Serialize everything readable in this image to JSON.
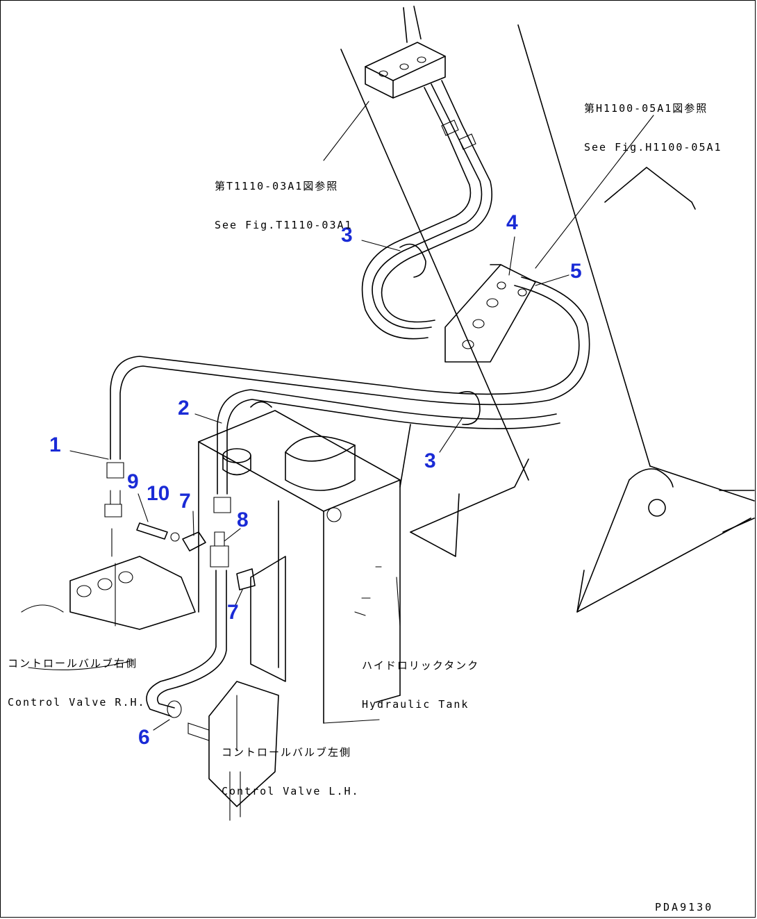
{
  "callouts": [
    {
      "id": "1",
      "label": "1"
    },
    {
      "id": "2",
      "label": "2"
    },
    {
      "id": "3a",
      "label": "3"
    },
    {
      "id": "3b",
      "label": "3"
    },
    {
      "id": "4",
      "label": "4"
    },
    {
      "id": "5",
      "label": "5"
    },
    {
      "id": "6",
      "label": "6"
    },
    {
      "id": "7a",
      "label": "7"
    },
    {
      "id": "7b",
      "label": "7"
    },
    {
      "id": "8",
      "label": "8"
    },
    {
      "id": "9",
      "label": "9"
    },
    {
      "id": "10",
      "label": "10"
    }
  ],
  "references": {
    "fig_t1110": {
      "jp": "第T1110-03A1図参照",
      "en": "See Fig.T1110-03A1"
    },
    "fig_h1100": {
      "jp": "第H1100-05A1図参照",
      "en": "See Fig.H1100-05A1"
    }
  },
  "components": {
    "control_valve_rh": {
      "jp": "コントロールバルブ右側",
      "en": "Control Valve R.H."
    },
    "control_valve_lh": {
      "jp": "コントロールバルブ左側",
      "en": "Control Valve L.H."
    },
    "hydraulic_tank": {
      "jp": "ハイドロリックタンク",
      "en": "Hydraulic Tank"
    }
  },
  "drawing_number": "PDA9130"
}
